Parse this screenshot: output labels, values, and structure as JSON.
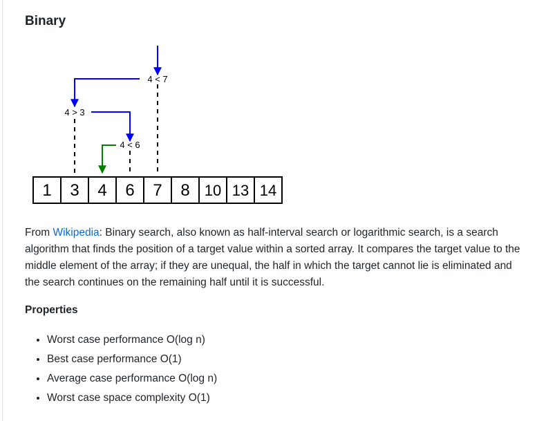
{
  "section": {
    "title": "Binary"
  },
  "diagram": {
    "array": [
      "1",
      "3",
      "4",
      "6",
      "7",
      "8",
      "10",
      "13",
      "14"
    ],
    "comparisons": [
      "4 < 7",
      "4 > 3",
      "4 < 6"
    ],
    "colors": {
      "probe_arrow": "#0000ff",
      "found_arrow": "#008000",
      "outline": "#000000"
    }
  },
  "description": {
    "link_text": "Wikipedia",
    "text": ": Binary search, also known as half-interval search or logarithmic search, is a search algorithm that finds the position of a target value within a sorted array. It compares the target value to the middle element of the array; if they are unequal, the half in which the target cannot lie is eliminated and the search continues on the remaining half until it is successful.",
    "prefix": "From "
  },
  "properties": {
    "heading": "Properties",
    "items": [
      "Worst case performance O(log n)",
      "Best case performance O(1)",
      "Average case performance O(log n)",
      "Worst case space complexity O(1)"
    ]
  }
}
